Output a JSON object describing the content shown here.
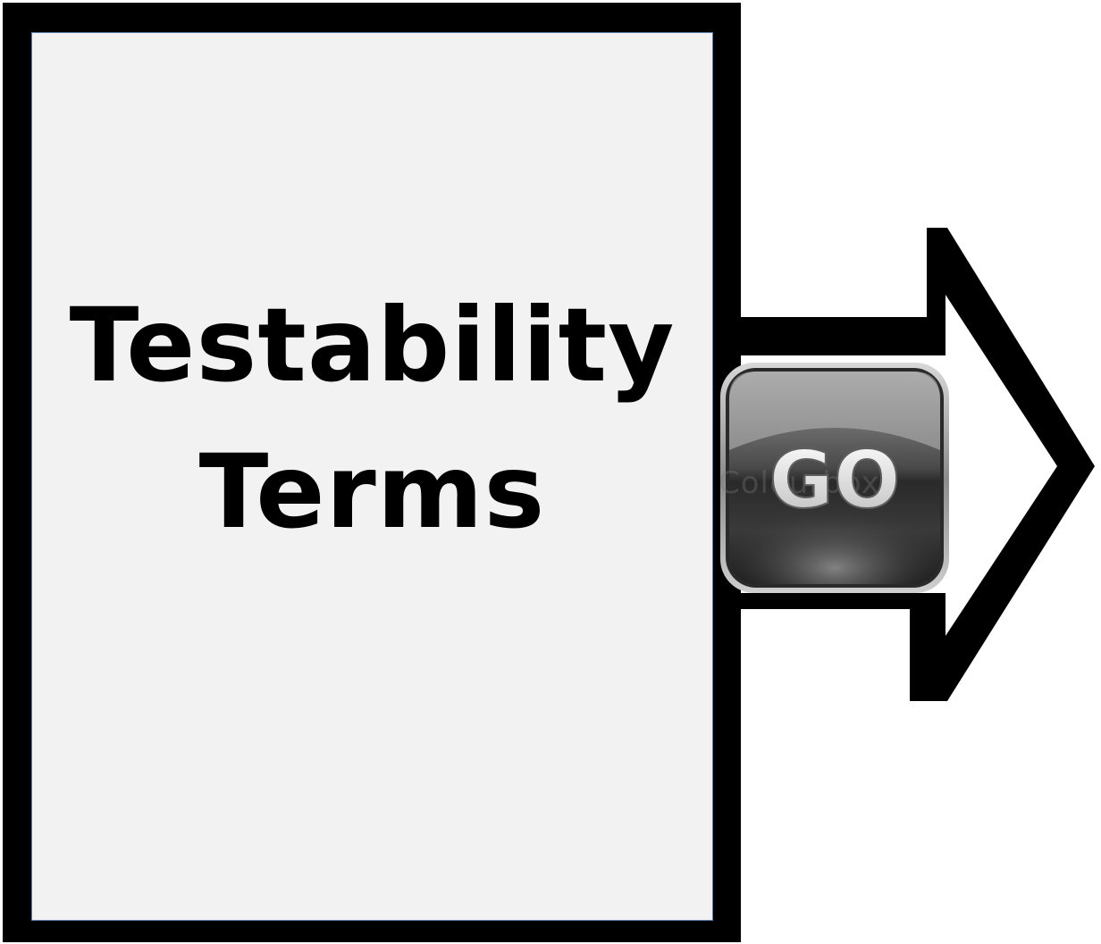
{
  "title": {
    "line1": "Testability",
    "line2": "Terms"
  },
  "go_button": {
    "label": "GO",
    "watermark": "Colourbox"
  },
  "colors": {
    "frame": "#000000",
    "panel_fill": "#f2f2f2",
    "panel_border": "#5a7fae",
    "background": "#ffffff"
  },
  "icons": [
    "right-arrow-icon",
    "go-button-icon"
  ]
}
